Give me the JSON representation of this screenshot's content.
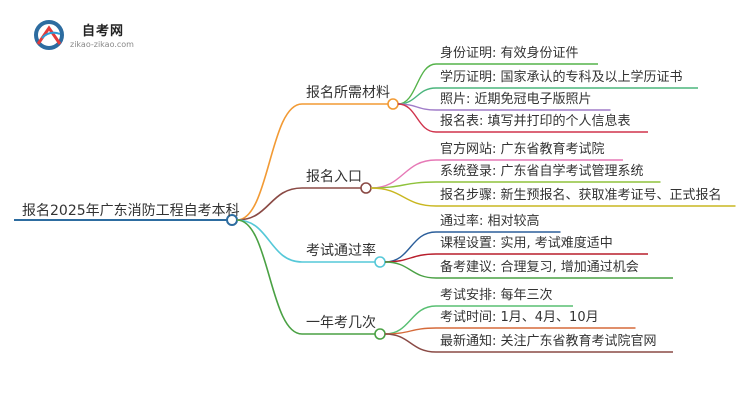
{
  "logo": {
    "title": "自考网",
    "subtitle": "zikao-zikao.com"
  },
  "root": {
    "text": "报名2025年广东消防工程自考本科",
    "color": "#2d6ca0"
  },
  "branches": [
    {
      "label": "报名所需材料",
      "color": "#f29a34",
      "children": [
        {
          "text": "身份证明: 有效身份证件",
          "color": "#55b34a"
        },
        {
          "text": "学历证明: 国家承认的专科及以上学历证书",
          "color": "#4bb57d"
        },
        {
          "text": "照片: 近期免冠电子版照片",
          "color": "#a07cc9"
        },
        {
          "text": "报名表: 填写并打印的个人信息表",
          "color": "#d0334c"
        }
      ]
    },
    {
      "label": "报名入口",
      "color": "#8a4a45",
      "children": [
        {
          "text": "官方网站: 广东省教育考试院",
          "color": "#e679b6"
        },
        {
          "text": "系统登录: 广东省自学考试管理系统",
          "color": "#8fc23c"
        },
        {
          "text": "报名步骤: 新生预报名、获取准考证号、正式报名",
          "color": "#c9b720"
        }
      ]
    },
    {
      "label": "考试通过率",
      "color": "#55c8d8",
      "children": [
        {
          "text": "通过率: 相对较高",
          "color": "#2b5e9a"
        },
        {
          "text": "课程设置: 实用, 考试难度适中",
          "color": "#b81e2c"
        },
        {
          "text": "备考建议: 合理复习, 增加通过机会",
          "color": "#4aa144"
        }
      ]
    },
    {
      "label": "一年考几次",
      "color": "#4aa144",
      "children": [
        {
          "text": "考试安排: 每年三次",
          "color": "#58bf72"
        },
        {
          "text": "考试时间: 1月、4月、10月",
          "color": "#d56a3a"
        },
        {
          "text": "最新通知: 关注广东省教育考试院官网",
          "color": "#8a4a45"
        }
      ]
    }
  ]
}
